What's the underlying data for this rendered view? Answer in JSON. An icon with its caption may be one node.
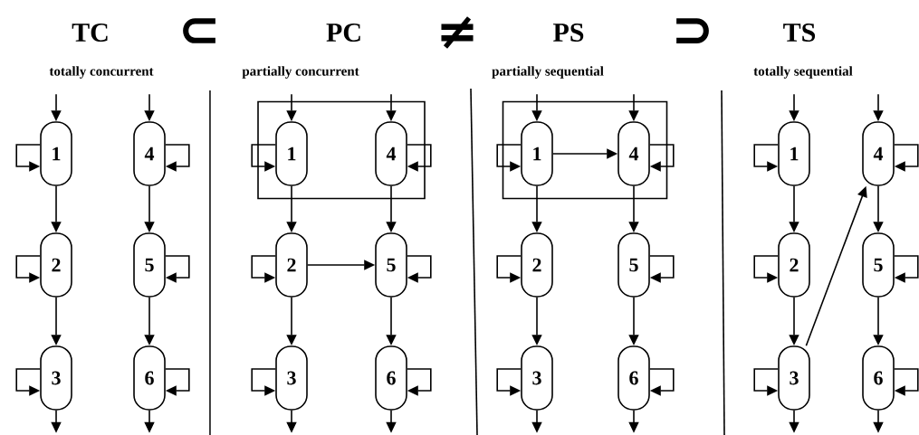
{
  "diagram": {
    "nodes": [
      {
        "text": [
          "1"
        ]
      },
      {
        "text": [
          "2"
        ]
      },
      {
        "text": [
          "3"
        ]
      },
      {
        "text": [
          "4"
        ]
      },
      {
        "text": [
          "5"
        ]
      },
      {
        "text": [
          "6"
        ]
      },
      {
        "text": [],
        "shape": "box"
      },
      {
        "text": [
          "1"
        ],
        "in": 6
      },
      {
        "text": [
          "2"
        ]
      },
      {
        "text": [
          "3"
        ]
      },
      {
        "text": [
          "4"
        ],
        "in": 6
      },
      {
        "text": [
          "5"
        ]
      },
      {
        "text": [
          "6"
        ]
      },
      {
        "text": [],
        "shape": "box"
      },
      {
        "text": [
          "1"
        ],
        "in": 13
      },
      {
        "text": [
          "2"
        ]
      },
      {
        "text": [
          "3"
        ]
      },
      {
        "text": [
          "4"
        ],
        "in": 13
      },
      {
        "text": [
          "5"
        ]
      },
      {
        "text": [
          "6"
        ]
      },
      {
        "text": [
          "1"
        ]
      },
      {
        "text": [
          "2"
        ]
      },
      {
        "text": [
          "3"
        ]
      },
      {
        "text": [
          "4"
        ]
      },
      {
        "text": [
          "5"
        ]
      },
      {
        "text": [
          "6"
        ]
      }
    ],
    "edges": [
      {
        "from": null,
        "to": 0,
        "arrow": "to"
      },
      {
        "from": 0,
        "to": 0,
        "arrow": "to"
      },
      {
        "from": 0,
        "to": 1,
        "arrow": "to"
      },
      {
        "from": 1,
        "to": 1,
        "arrow": "to"
      },
      {
        "from": 1,
        "to": 2,
        "arrow": "to"
      },
      {
        "from": 2,
        "to": 2,
        "arrow": "to"
      },
      {
        "from": 2,
        "to": null,
        "arrow": "to"
      },
      {
        "from": null,
        "to": 3,
        "arrow": "to"
      },
      {
        "from": 3,
        "to": 3,
        "arrow": "to"
      },
      {
        "from": 3,
        "to": 4,
        "arrow": "to"
      },
      {
        "from": 4,
        "to": 4,
        "arrow": "to"
      },
      {
        "from": 4,
        "to": 5,
        "arrow": "to"
      },
      {
        "from": 5,
        "to": 5,
        "arrow": "to"
      },
      {
        "from": 5,
        "to": null,
        "arrow": "to"
      },
      {
        "from": null,
        "to": 7,
        "arrow": "to"
      },
      {
        "from": 7,
        "to": 7,
        "arrow": "to"
      },
      {
        "from": 7,
        "to": 8,
        "arrow": "to"
      },
      {
        "from": 8,
        "to": 8,
        "arrow": "to"
      },
      {
        "from": 8,
        "to": 9,
        "arrow": "to"
      },
      {
        "from": 9,
        "to": 9,
        "arrow": "to"
      },
      {
        "from": 9,
        "to": null,
        "arrow": "to"
      },
      {
        "from": null,
        "to": 10,
        "arrow": "to"
      },
      {
        "from": 10,
        "to": 10,
        "arrow": "to"
      },
      {
        "from": 10,
        "to": 11,
        "arrow": "to"
      },
      {
        "from": 11,
        "to": 11,
        "arrow": "to"
      },
      {
        "from": 11,
        "to": 12,
        "arrow": "to"
      },
      {
        "from": 12,
        "to": 12,
        "arrow": "to"
      },
      {
        "from": 12,
        "to": null,
        "arrow": "to"
      },
      {
        "from": 8,
        "to": 11,
        "arrow": "to"
      },
      {
        "from": null,
        "to": 14,
        "arrow": "to"
      },
      {
        "from": 14,
        "to": 14,
        "arrow": "to"
      },
      {
        "from": 14,
        "to": 15,
        "arrow": "to"
      },
      {
        "from": 15,
        "to": 15,
        "arrow": "to"
      },
      {
        "from": 15,
        "to": 16,
        "arrow": "to"
      },
      {
        "from": 16,
        "to": 16,
        "arrow": "to"
      },
      {
        "from": 16,
        "to": null,
        "arrow": "to"
      },
      {
        "from": null,
        "to": 17,
        "arrow": "to"
      },
      {
        "from": 17,
        "to": 17,
        "arrow": "to"
      },
      {
        "from": 17,
        "to": 18,
        "arrow": "to"
      },
      {
        "from": 18,
        "to": 18,
        "arrow": "to"
      },
      {
        "from": 18,
        "to": 19,
        "arrow": "to"
      },
      {
        "from": 19,
        "to": 19,
        "arrow": "to"
      },
      {
        "from": 19,
        "to": null,
        "arrow": "to"
      },
      {
        "from": 14,
        "to": 17,
        "arrow": "to"
      },
      {
        "from": null,
        "to": 20,
        "arrow": "to"
      },
      {
        "from": 20,
        "to": 20,
        "arrow": "to"
      },
      {
        "from": 20,
        "to": 21,
        "arrow": "to"
      },
      {
        "from": 21,
        "to": 21,
        "arrow": "to"
      },
      {
        "from": 21,
        "to": 22,
        "arrow": "to"
      },
      {
        "from": 22,
        "to": 22,
        "arrow": "to"
      },
      {
        "from": 22,
        "to": null,
        "arrow": "to"
      },
      {
        "from": null,
        "to": 23,
        "arrow": "to"
      },
      {
        "from": 23,
        "to": 23,
        "arrow": "to"
      },
      {
        "from": 23,
        "to": 24,
        "arrow": "to"
      },
      {
        "from": 24,
        "to": 24,
        "arrow": "to"
      },
      {
        "from": 24,
        "to": 25,
        "arrow": "to"
      },
      {
        "from": 25,
        "to": 25,
        "arrow": "to"
      },
      {
        "from": 25,
        "to": null,
        "arrow": "to"
      },
      {
        "from": 22,
        "to": 23,
        "arrow": "to"
      }
    ],
    "labels": [
      "TC",
      "⊂",
      "PC",
      "≠",
      "PS",
      "⊃",
      "TS",
      "totally concurrent",
      "partially concurrent",
      "partially sequential",
      "totally sequential"
    ]
  }
}
